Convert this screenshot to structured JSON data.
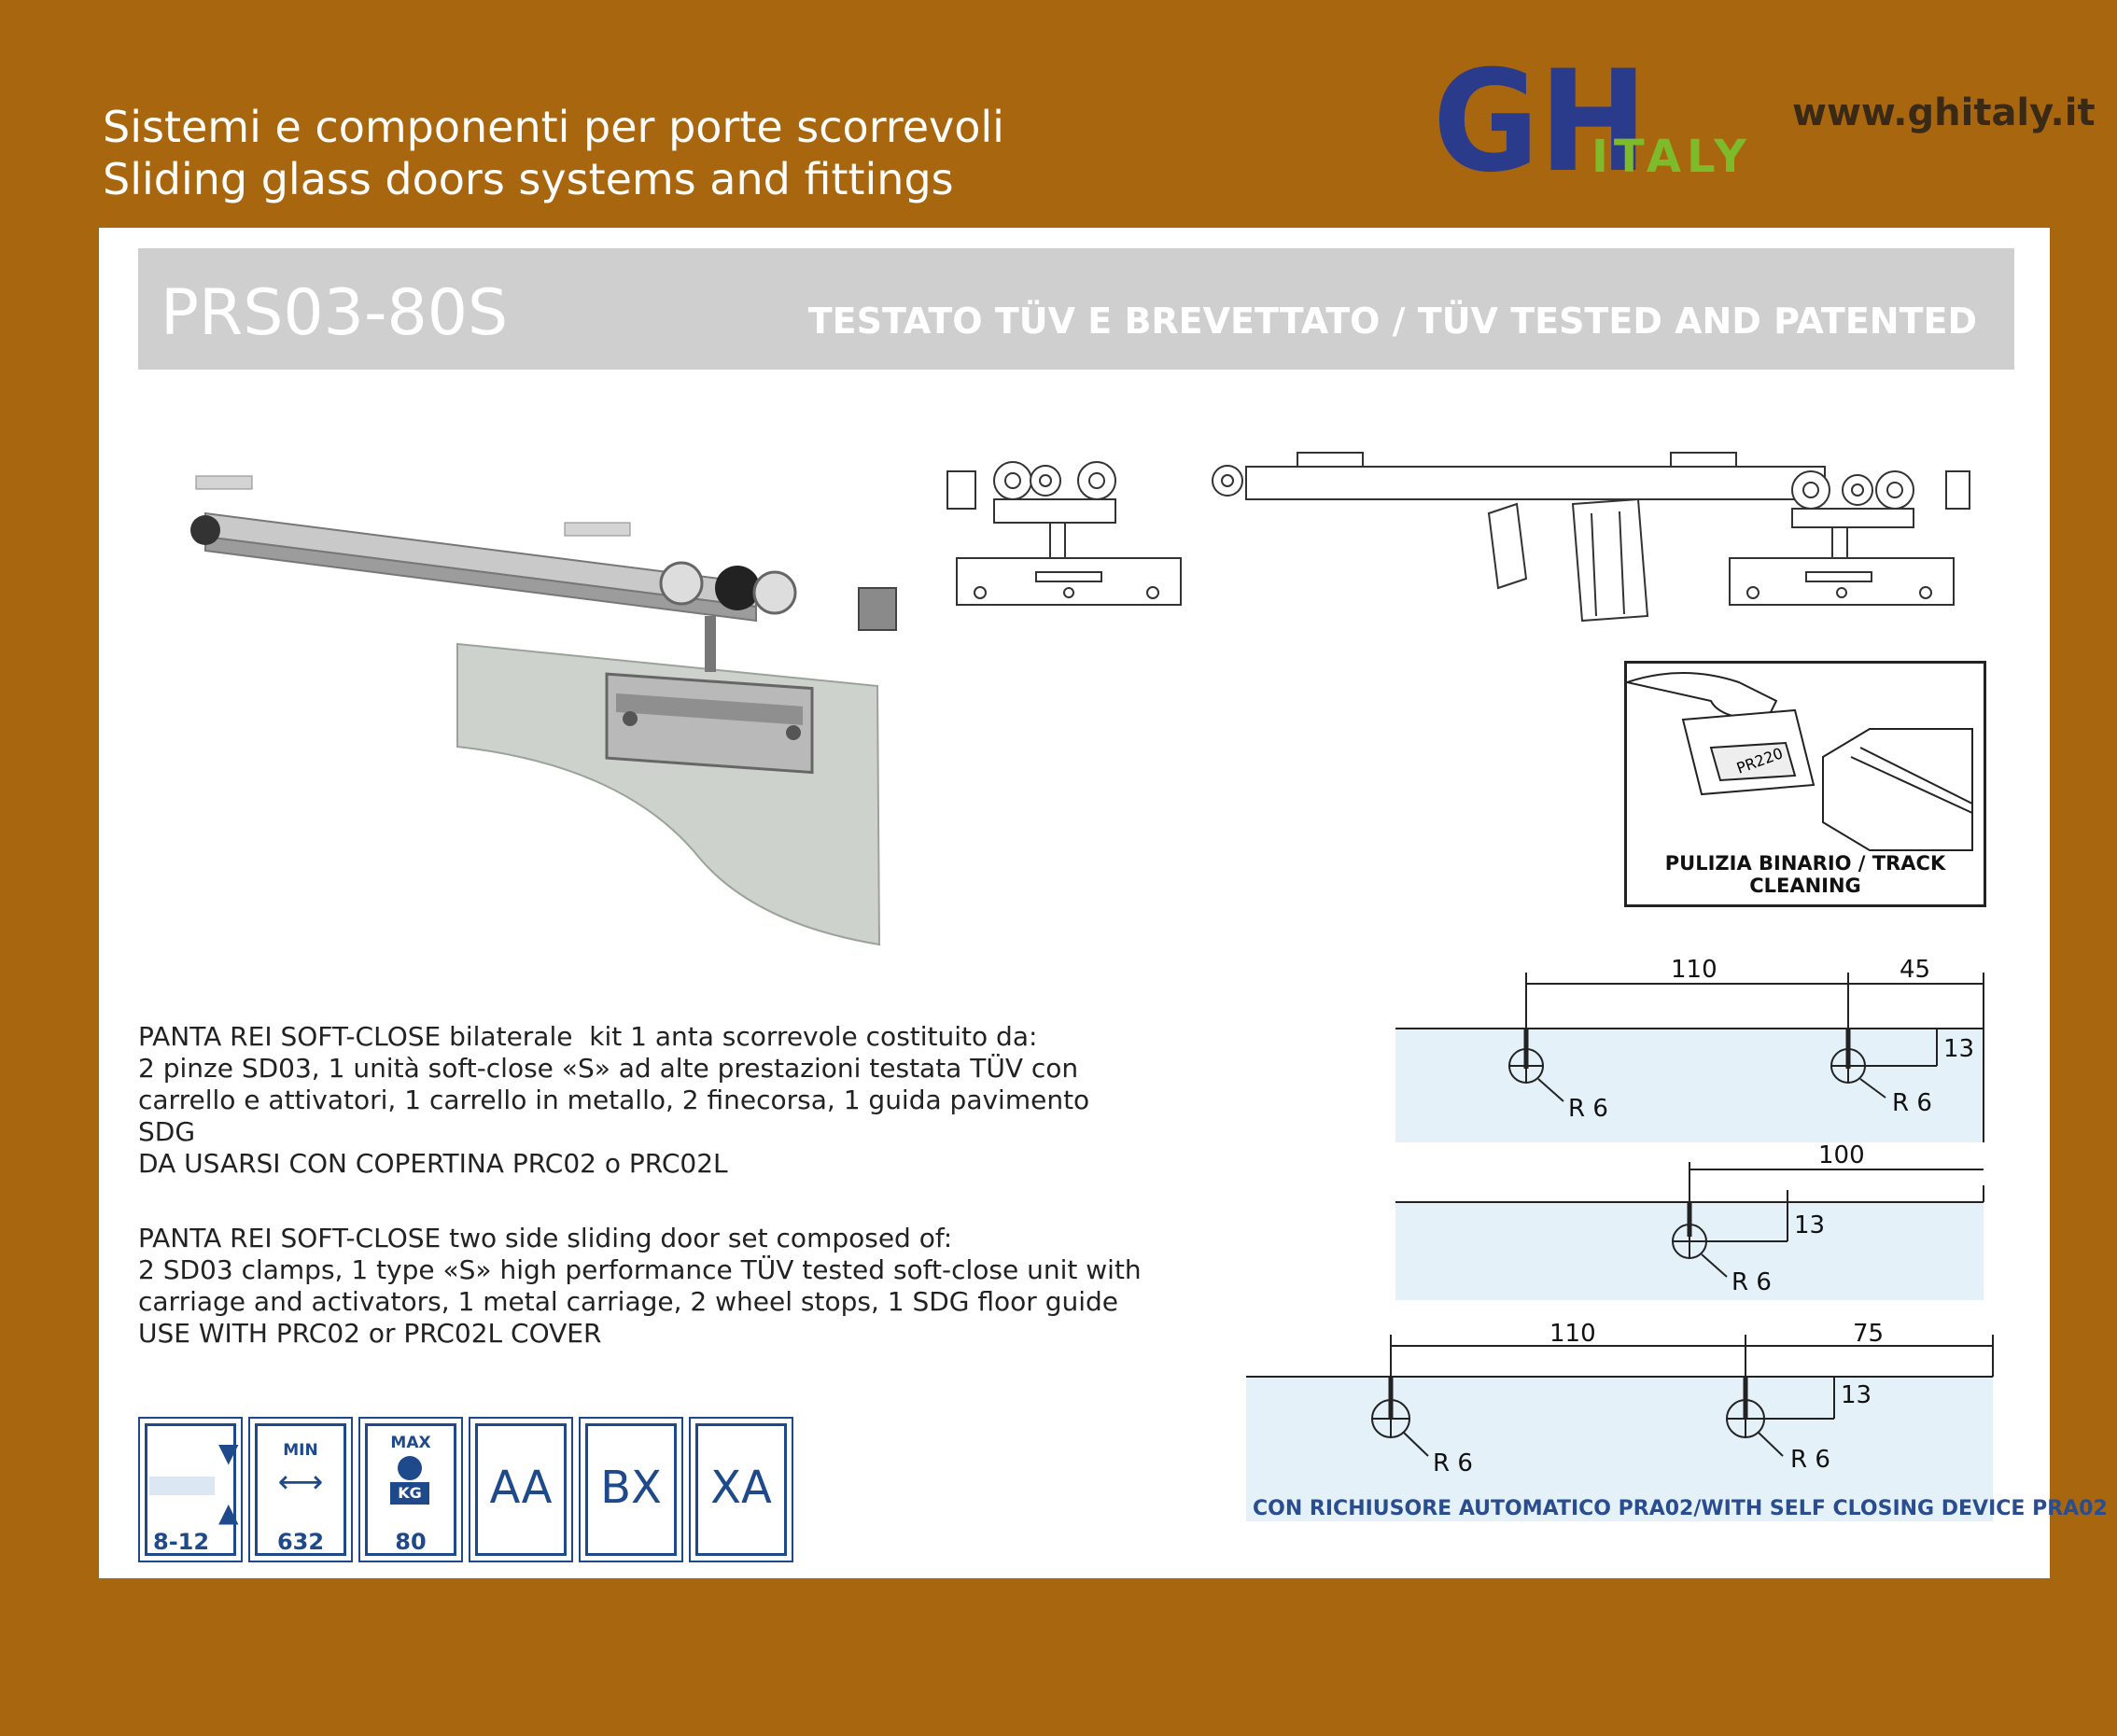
{
  "header": {
    "tagline_it": "Sistemi e componenti per porte scorrevoli",
    "tagline_en": "Sliding glass doors systems and fittings",
    "logo_gh": "GH",
    "logo_italy": "ITALY",
    "website": "www.ghitaly.it",
    "colors": {
      "background": "#a8660f",
      "logo_blue": "#2a3b8c",
      "logo_green": "#7dbb2a"
    }
  },
  "product": {
    "code": "PRS03-80S",
    "tested": "TESTATO TÜV E BREVETTATO / TÜV TESTED AND PATENTED"
  },
  "track_cleaning": {
    "label": "PULIZIA BINARIO / TRACK CLEANING",
    "part": "PR220"
  },
  "description_it": [
    "PANTA REI SOFT-CLOSE bilaterale  kit 1 anta scorrevole costituito da:",
    "2 pinze SD03, 1 unità soft-close «S» ad alte prestazioni testata TÜV con",
    "carrello e attivatori, 1 carrello in metallo, 2 finecorsa, 1 guida pavimento",
    "SDG",
    "DA USARSI CON COPERTINA PRC02 o PRC02L"
  ],
  "description_en": [
    "PANTA REI SOFT-CLOSE two side sliding door set composed of:",
    "2 SD03 clamps, 1 type «S» high performance TÜV tested soft-close unit with",
    "carriage and activators, 1 metal carriage, 2 wheel stops, 1 SDG floor guide",
    "USE WITH PRC02 or PRC02L COVER"
  ],
  "spec_icons": [
    {
      "name": "glass-thickness",
      "value": "8-12"
    },
    {
      "name": "min-width",
      "label": "MIN",
      "value": "632"
    },
    {
      "name": "max-weight",
      "label": "MAX",
      "unit": "KG",
      "value": "80"
    },
    {
      "name": "code-aa",
      "text": "AA"
    },
    {
      "name": "code-bx",
      "text": "BX"
    },
    {
      "name": "code-xa",
      "text": "XA"
    }
  ],
  "drillings": {
    "d1": {
      "a": "110",
      "b": "45",
      "h": "13",
      "r1": "R 6",
      "r2": "R 6"
    },
    "d2": {
      "a": "100",
      "h": "13",
      "r1": "R 6"
    },
    "d3": {
      "a": "110",
      "b": "75",
      "h": "13",
      "r1": "R 6",
      "r2": "R 6"
    },
    "note": "CON RICHIUSORE AUTOMATICO PRA02/WITH SELF CLOSING DEVICE PRA02"
  }
}
